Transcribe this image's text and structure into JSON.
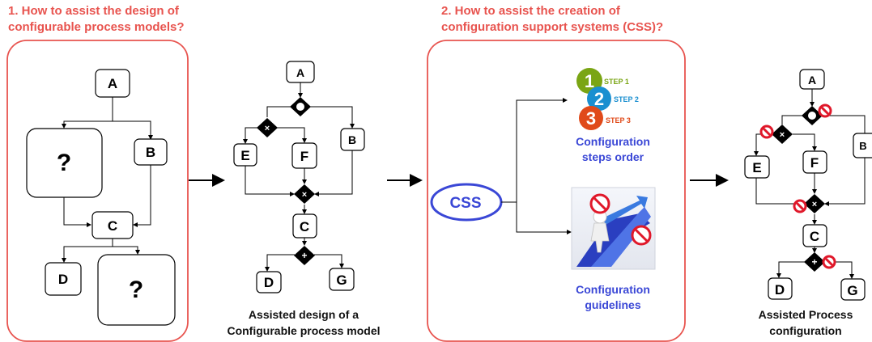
{
  "headings": {
    "design_question": "1. How to assist the design of configurable process models?",
    "design_question_line1": "1. How to assist the design of",
    "design_question_line2": "configurable process models?",
    "css_question_line1": "2. How to assist the creation of",
    "css_question_line2": "configuration support systems (CSS)?"
  },
  "unassisted_model": {
    "nodes": [
      "A",
      "B",
      "C",
      "D"
    ],
    "unknown_marker": "?"
  },
  "assisted_model": {
    "nodes": [
      "A",
      "E",
      "F",
      "B",
      "C",
      "D",
      "G"
    ],
    "caption_line1": "Assisted design of a",
    "caption_line2": "Configurable process model"
  },
  "css": {
    "label": "CSS",
    "steps": [
      "STEP 1",
      "STEP 2",
      "STEP 3"
    ],
    "step_numbers": [
      "1",
      "2",
      "3"
    ],
    "steps_caption_line1": "Configuration",
    "steps_caption_line2": "steps order",
    "guidelines_caption_line1": "Configuration",
    "guidelines_caption_line2": "guidelines"
  },
  "configured_model": {
    "nodes": [
      "A",
      "E",
      "F",
      "B",
      "C",
      "D",
      "G"
    ],
    "caption_line1": "Assisted Process",
    "caption_line2": "configuration"
  },
  "colors": {
    "heading": "#e8544f",
    "panel_border": "#e8544f",
    "css_blue": "#3a47d6",
    "forbidden": "#e0182a",
    "step1": "#7aa514",
    "step2": "#1a8fd0",
    "step3": "#e04a1a"
  }
}
